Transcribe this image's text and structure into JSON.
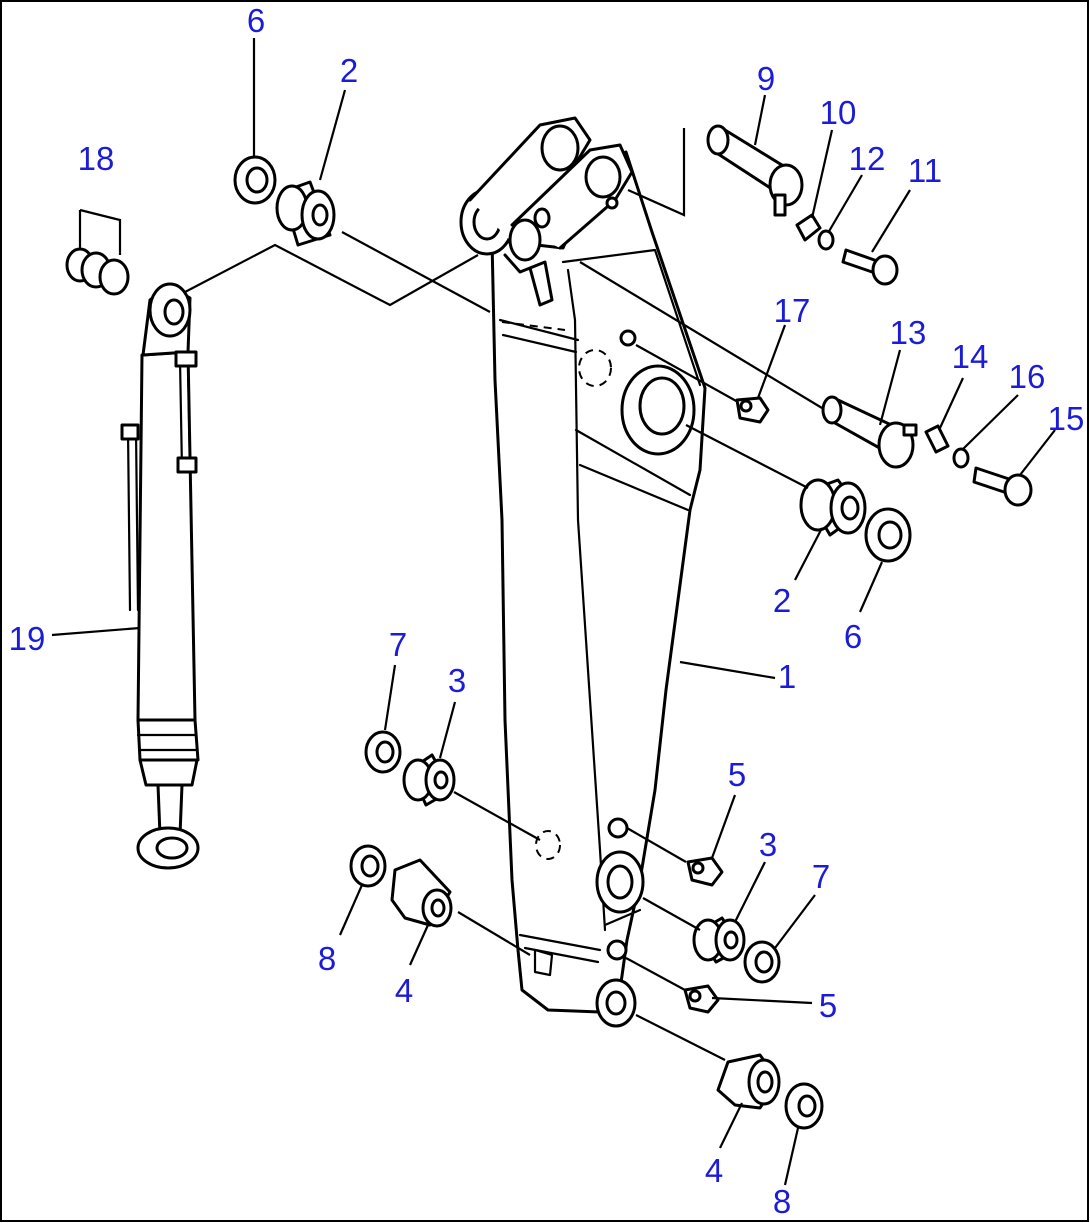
{
  "callouts": [
    {
      "id": "c6a",
      "text": "6"
    },
    {
      "id": "c2a",
      "text": "2"
    },
    {
      "id": "c18",
      "text": "18"
    },
    {
      "id": "c9",
      "text": "9"
    },
    {
      "id": "c10",
      "text": "10"
    },
    {
      "id": "c12",
      "text": "12"
    },
    {
      "id": "c11",
      "text": "11"
    },
    {
      "id": "c17",
      "text": "17"
    },
    {
      "id": "c13",
      "text": "13"
    },
    {
      "id": "c14",
      "text": "14"
    },
    {
      "id": "c16",
      "text": "16"
    },
    {
      "id": "c15",
      "text": "15"
    },
    {
      "id": "c2b",
      "text": "2"
    },
    {
      "id": "c6b",
      "text": "6"
    },
    {
      "id": "c19",
      "text": "19"
    },
    {
      "id": "c1",
      "text": "1"
    },
    {
      "id": "c7a",
      "text": "7"
    },
    {
      "id": "c3a",
      "text": "3"
    },
    {
      "id": "c5a",
      "text": "5"
    },
    {
      "id": "c3b",
      "text": "3"
    },
    {
      "id": "c7b",
      "text": "7"
    },
    {
      "id": "c8a",
      "text": "8"
    },
    {
      "id": "c4a",
      "text": "4"
    },
    {
      "id": "c5b",
      "text": "5"
    },
    {
      "id": "c4b",
      "text": "4"
    },
    {
      "id": "c8b",
      "text": "8"
    }
  ],
  "colors": {
    "callout": "#1c1cd6",
    "line": "#000000",
    "background": "#ffffff"
  }
}
